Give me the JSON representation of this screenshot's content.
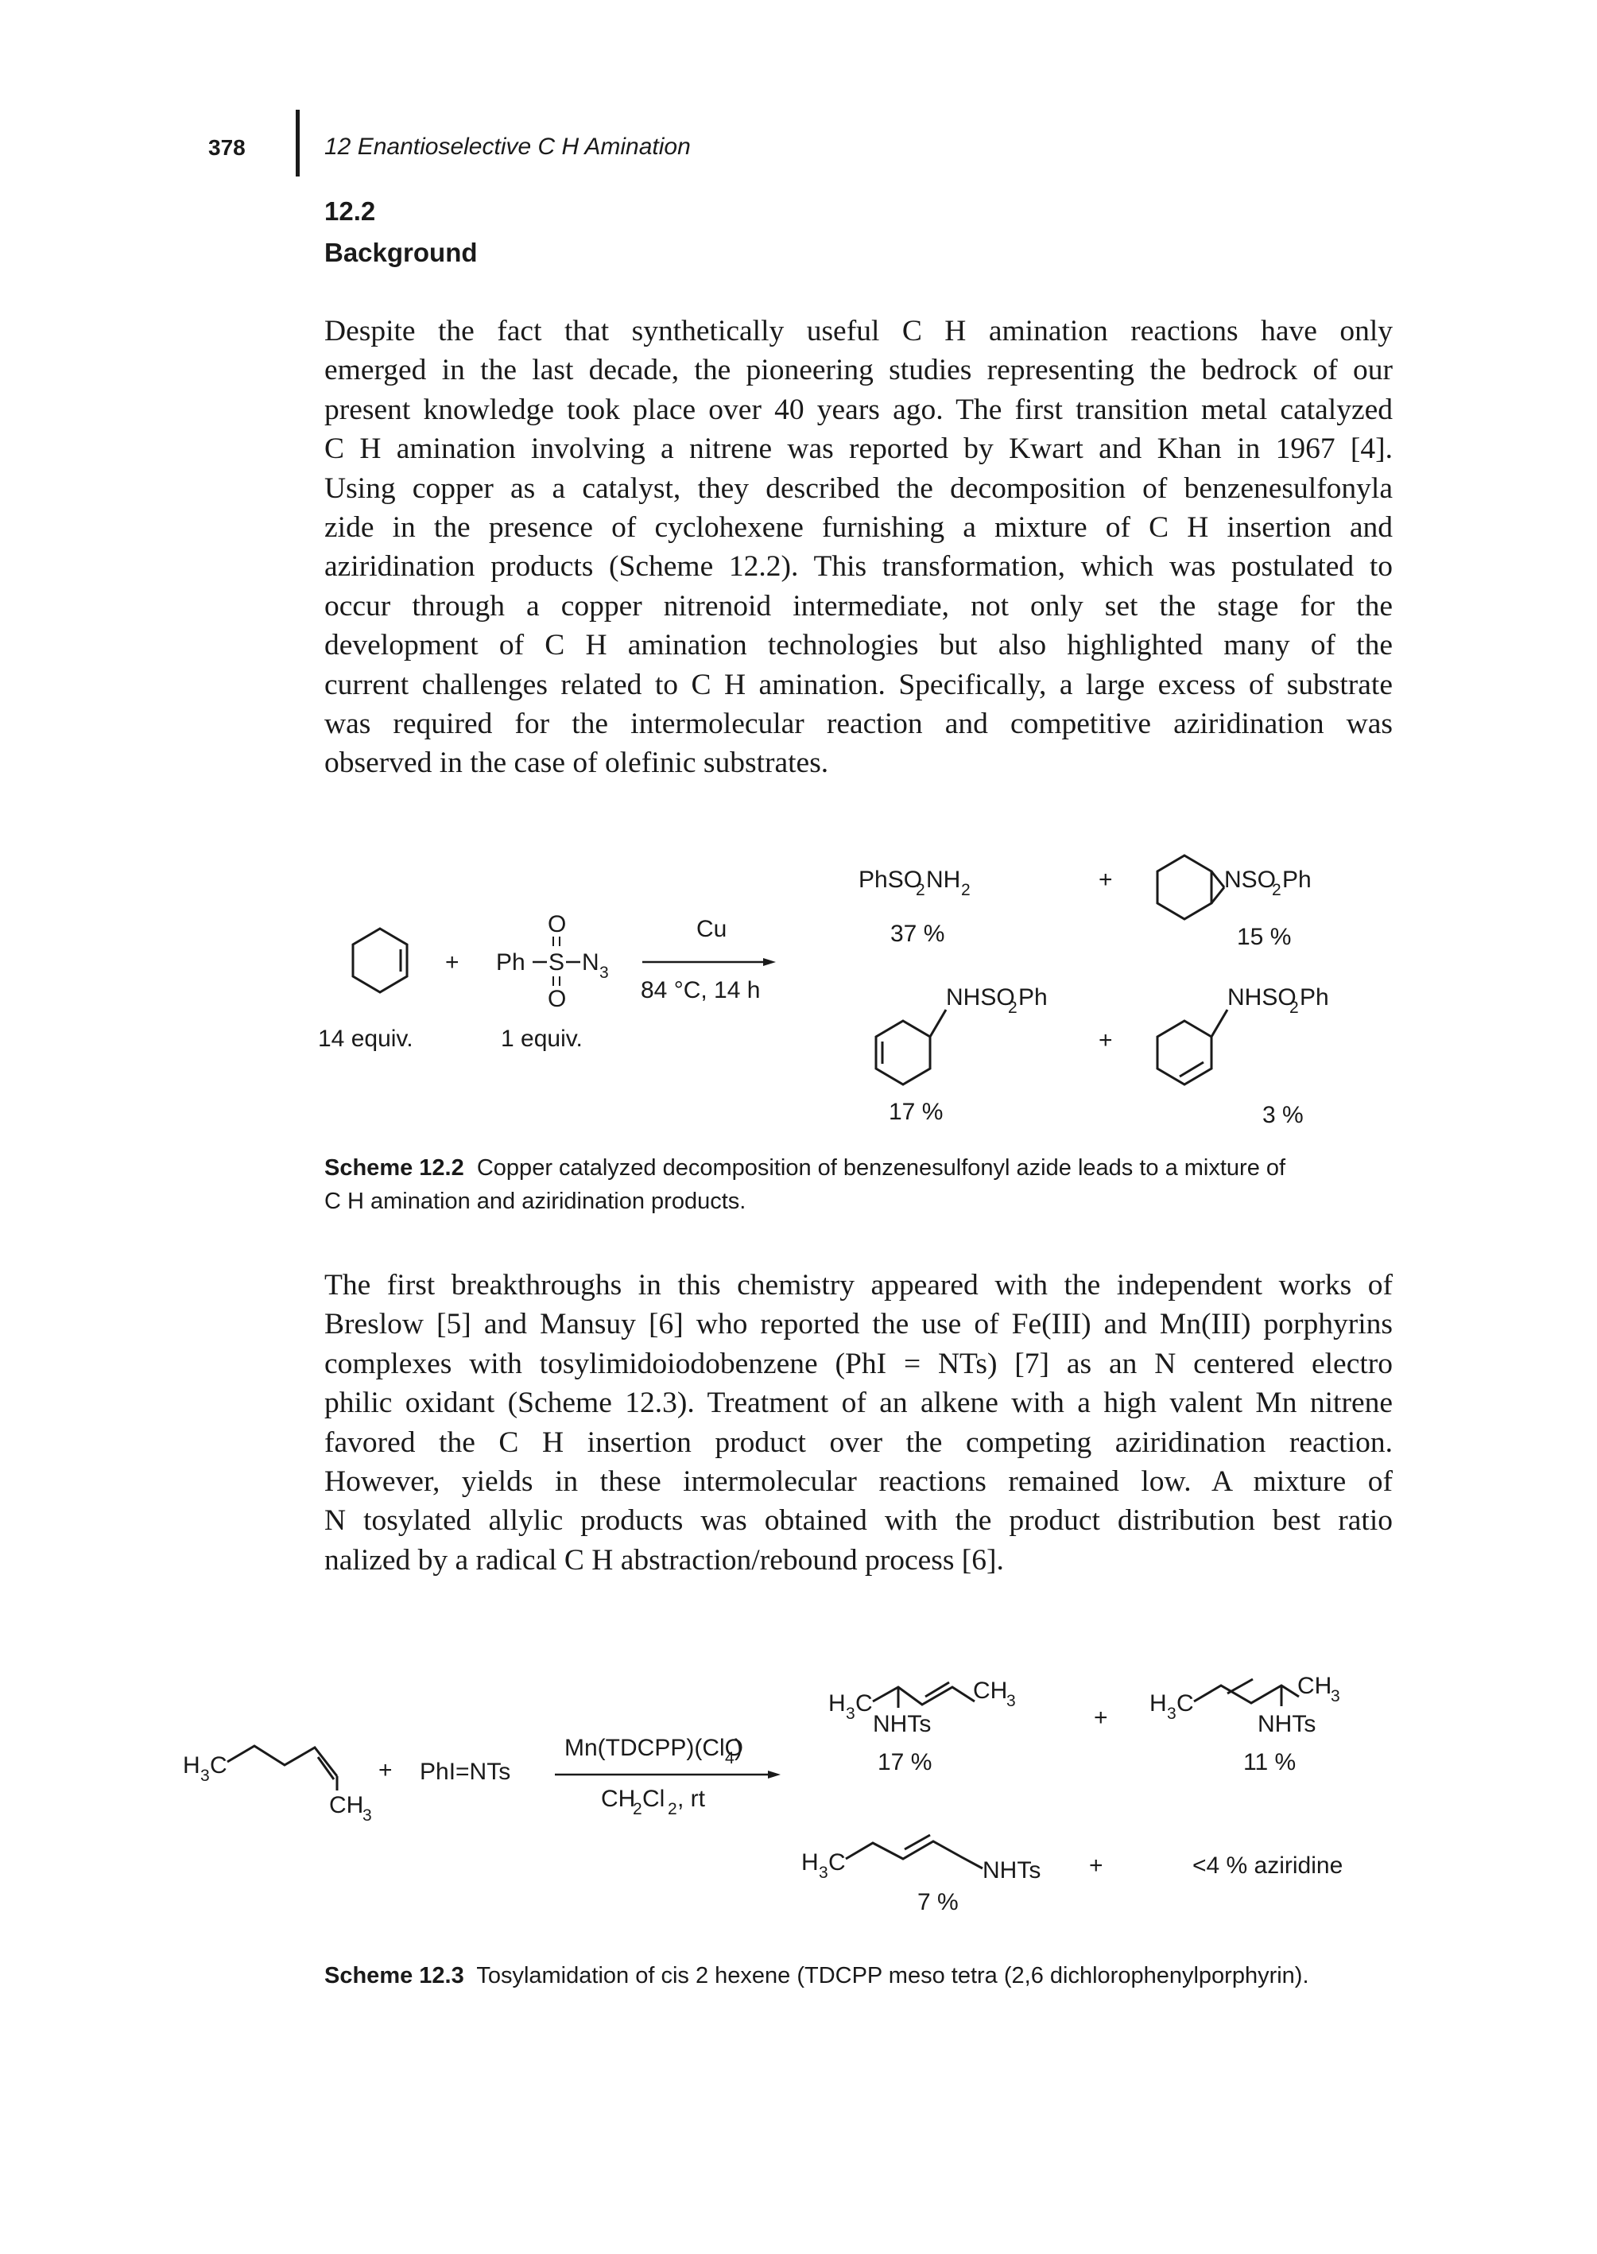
{
  "header": {
    "page_number": "378",
    "running_title": "12 Enantioselective C H Amination"
  },
  "section": {
    "number": "12.2",
    "title": "Background"
  },
  "paragraph1": [
    "Despite the fact that synthetically useful C H amination reactions have only",
    "emerged in the last decade, the pioneering studies representing the bedrock of our",
    "present knowledge took place over 40 years ago. The first transition metal catalyzed",
    "C H amination involving a nitrene was reported by Kwart and Khan in 1967 [4].",
    "Using copper as a catalyst, they described the decomposition of benzenesulfonyla",
    "zide in the presence of cyclohexene furnishing a mixture of C H insertion and",
    "aziridination products (Scheme 12.2). This transformation, which was postulated to",
    "occur through a copper nitrenoid intermediate, not only set the stage for the",
    "development of C H amination technologies but also highlighted many of the",
    "current challenges related to C H amination. Specifically, a large excess of substrate",
    "was required for the intermolecular reaction and competitive aziridination was",
    "observed in the case of olefinic substrates."
  ],
  "scheme1": {
    "plus": "+",
    "reagent_ph": "Ph",
    "reagent_s": "S",
    "reagent_n3": "N",
    "sub3": "3",
    "o": "O",
    "catalyst": "Cu",
    "conditions": "84 °C, 14 h",
    "equiv1": "14 equiv.",
    "equiv2": "1 equiv.",
    "p1_a": "PhSO",
    "p1_b": "NH",
    "sub2": "2",
    "yield1": "37 %",
    "p2_a": "NSO",
    "p2_b": "Ph",
    "yield2": "15 %",
    "p3_a": "NHSO",
    "p3_b": "Ph",
    "yield3": "17 %",
    "yield4": "3 %"
  },
  "caption1": {
    "label": "Scheme 12.2",
    "text": "Copper catalyzed decomposition of benzenesulfonyl azide leads to a mixture of",
    "text2": "C H amination and aziridination products."
  },
  "paragraph2": [
    "The first breakthroughs in this chemistry appeared with the independent works of",
    "Breslow [5] and Mansuy [6] who reported the use of Fe(III) and Mn(III) porphyrins",
    "complexes with tosylimidoiodobenzene (PhI = NTs) [7] as an N centered electro",
    "philic oxidant (Scheme 12.3). Treatment of an alkene with a high valent Mn nitrene",
    "favored the C H insertion product over the competing aziridination reaction.",
    "However, yields in these intermolecular reactions remained low. A mixture of",
    "N tosylated allylic products was obtained with the product distribution best ratio",
    "nalized by a radical C H abstraction/rebound process [6]."
  ],
  "scheme2": {
    "h3c": "H",
    "c": "C",
    "ch3": "CH",
    "sub3": "3",
    "sub2": "2",
    "sub4": "4",
    "plus": "+",
    "reagent": "PhI=NTs",
    "cat_a": "Mn(TDCPP)(ClO",
    "cat_b": ")",
    "solv_a": "CH",
    "solv_b": "Cl",
    "solv_c": ", rt",
    "nhts": "NHTs",
    "yield1": "17 %",
    "yield2": "11 %",
    "yield3": "7 %",
    "aziridine": "<4 % aziridine"
  },
  "caption2": {
    "label": "Scheme 12.3",
    "text": "Tosylamidation of cis 2 hexene (TDCPP meso tetra (2,6 dichlorophenylporphyrin)."
  }
}
